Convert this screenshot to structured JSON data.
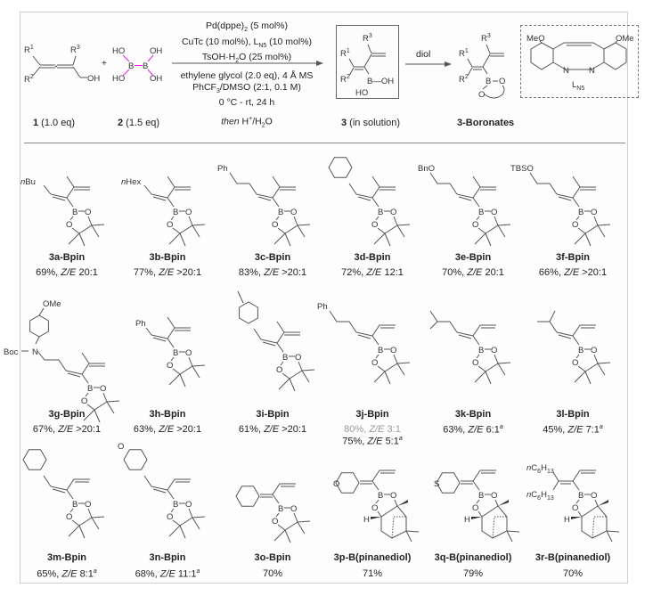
{
  "scheme": {
    "reactant1": {
      "label_num": "1",
      "label_eq": " (1.0 eq)",
      "r1": "R",
      "r1_sup": "1",
      "r2": "R",
      "r2_sup": "2",
      "r3": "R",
      "r3_sup": "3",
      "oh": "OH"
    },
    "plus": "+",
    "reactant2": {
      "label_num": "2",
      "label_eq": " (1.5 eq)",
      "ho": "HO",
      "oh": "OH",
      "b": "B"
    },
    "conditions_above": [
      "Pd(dppe)",
      "2",
      " (5 mol%)",
      "CuTc (10 mol%), L",
      "N5",
      " (10 mol%)",
      "TsOH·H",
      "2",
      "O (25 mol%)"
    ],
    "conditions_below": [
      "ethylene glycol (2.0 eq), 4 Å MS",
      "PhCF",
      "3",
      "/DMSO (2:1, 0.1 M)",
      "0 °C - rt, 24 h"
    ],
    "then_italic": "then",
    "then_rest": " H",
    "then_plus": "+",
    "then_end": "/H",
    "then_sub": "2",
    "then_o": "O",
    "intermediate": {
      "label_num": "3",
      "label_text": " (in solution)",
      "b_oh": "B—OH",
      "ho": "HO"
    },
    "diol": "diol",
    "product": {
      "label": "3-Boronates",
      "b": "B",
      "o": "O"
    },
    "ligand": {
      "meo": "MeO",
      "ome": "OMe",
      "n": "N",
      "name": "L",
      "name_sub": "N5"
    }
  },
  "compounds": [
    {
      "id": "3a",
      "name": "3a-Bpin",
      "yield": "69%",
      "ze": "20:1",
      "sub": "nBu"
    },
    {
      "id": "3b",
      "name": "3b-Bpin",
      "yield": "77%",
      "ze": ">20:1",
      "sub": "nHex"
    },
    {
      "id": "3c",
      "name": "3c-Bpin",
      "yield": "83%",
      "ze": ">20:1",
      "sub": "Ph"
    },
    {
      "id": "3d",
      "name": "3d-Bpin",
      "yield": "72%",
      "ze": "12:1"
    },
    {
      "id": "3e",
      "name": "3e-Bpin",
      "yield": "70%",
      "ze": "20:1",
      "sub": "BnO"
    },
    {
      "id": "3f",
      "name": "3f-Bpin",
      "yield": "66%",
      "ze": ">20:1",
      "sub": "TBSO"
    },
    {
      "id": "3g",
      "name": "3g-Bpin",
      "yield": "67%",
      "ze": ">20:1",
      "sub": "Boc",
      "sub2": "N",
      "sub3": "OMe"
    },
    {
      "id": "3h",
      "name": "3h-Bpin",
      "yield": "63%",
      "ze": ">20:1",
      "sub": "Ph"
    },
    {
      "id": "3i",
      "name": "3i-Bpin",
      "yield": "61%",
      "ze": ">20:1"
    },
    {
      "id": "3j",
      "name": "3j-Bpin",
      "yield": "80%",
      "ze": "3:1",
      "yield_b": "75%",
      "ze_b": "5:1",
      "note_b": "a",
      "sub": "Ph"
    },
    {
      "id": "3k",
      "name": "3k-Bpin",
      "yield": "63%",
      "ze": "6:1",
      "note": "a"
    },
    {
      "id": "3l",
      "name": "3l-Bpin",
      "yield": "45%",
      "ze": "7:1",
      "note": "a"
    },
    {
      "id": "3m",
      "name": "3m-Bpin",
      "yield": "65%",
      "ze": "8:1",
      "note": "a"
    },
    {
      "id": "3n",
      "name": "3n-Bpin",
      "yield": "68%",
      "ze": "11:1",
      "note": "a",
      "sub": "O"
    },
    {
      "id": "3o",
      "name": "3o-Bpin",
      "yield": "70%"
    },
    {
      "id": "3p",
      "name": "3p-B(pinanediol)",
      "yield": "71%",
      "sub": "O"
    },
    {
      "id": "3q",
      "name": "3q-B(pinanediol)",
      "yield": "79%",
      "sub": "S"
    },
    {
      "id": "3r",
      "name": "3r-B(pinanediol)",
      "yield": "70%",
      "sub": "nC",
      "sub_a": "6",
      "sub_b": "H",
      "sub_c": "13"
    }
  ],
  "ze_label": "Z/E",
  "atom_labels": {
    "B": "B",
    "O": "O",
    "H": "H"
  },
  "colors": {
    "boron_reagent": "#e81ee8",
    "frame": "#cfcfcf",
    "separator": "#8a8a8a",
    "bond": "#555555",
    "faded_text": "#999999"
  }
}
